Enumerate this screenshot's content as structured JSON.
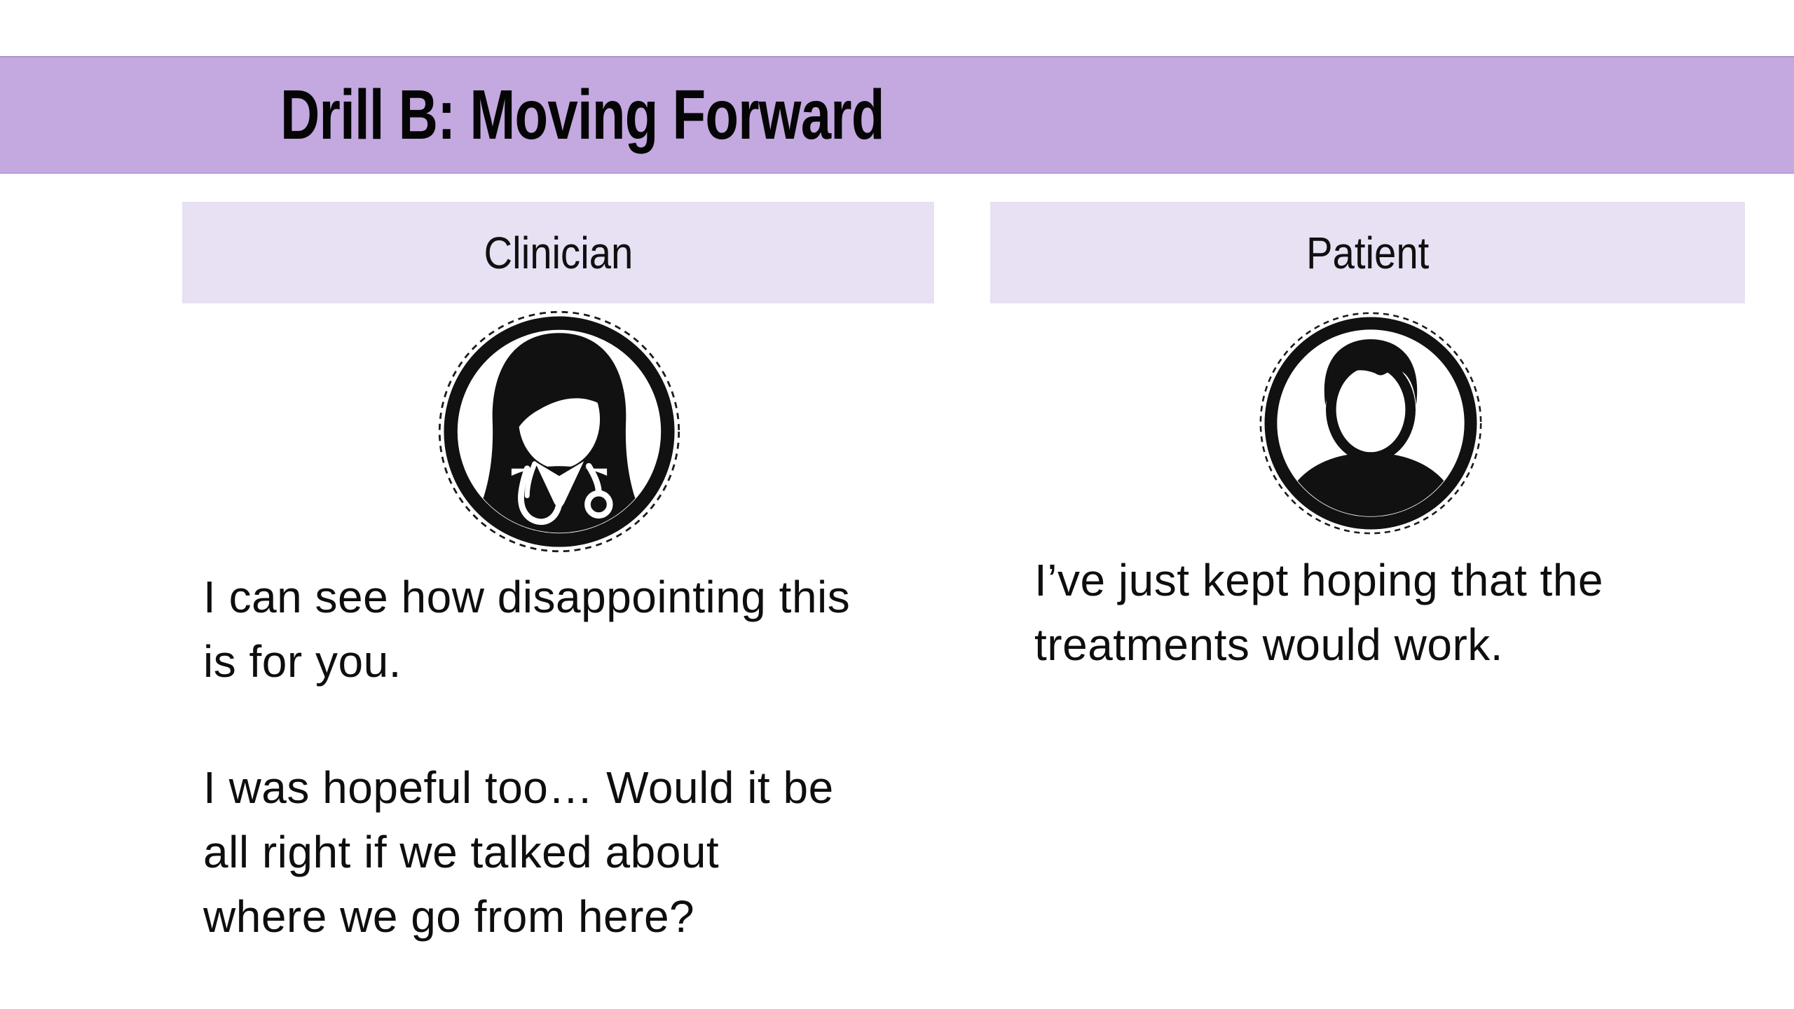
{
  "slide": {
    "title": "Drill B: Moving Forward",
    "colors": {
      "title_bar": "#C4A8E0",
      "header_bg": "#E7E1F3",
      "background": "#FFFFFF",
      "text": "#0E0E0E",
      "icon": "#111111"
    }
  },
  "clinician": {
    "header": "Clinician",
    "avatar_icon": "female-clinician-with-stethoscope-avatar-icon",
    "dialogue": [
      {
        "lines": [
          "I can see how disappointing this",
          "is for you."
        ]
      },
      {
        "lines": [
          "I was hopeful too… Would it be",
          "all right if we talked about",
          "where we go from here?"
        ]
      }
    ]
  },
  "patient": {
    "header": "Patient",
    "avatar_icon": "male-patient-avatar-icon",
    "dialogue": [
      {
        "lines": [
          "I’ve just kept hoping that the",
          "treatments would work."
        ]
      }
    ]
  }
}
